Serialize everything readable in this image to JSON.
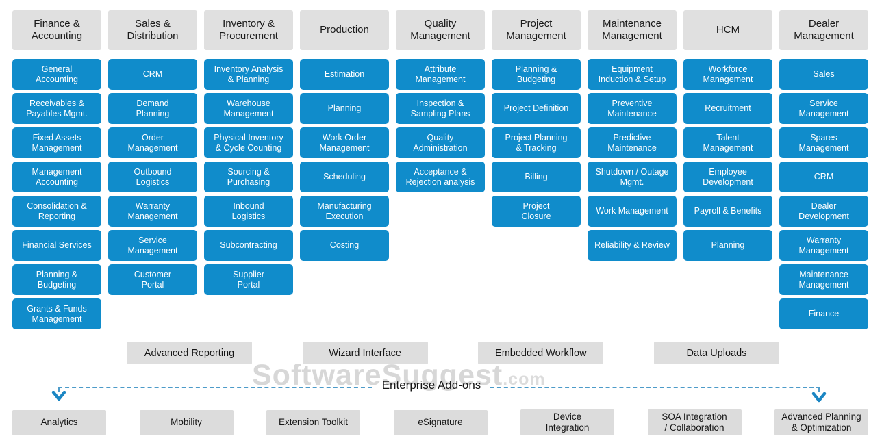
{
  "columns": [
    {
      "header": "Finance &\nAccounting",
      "items": [
        "General\nAccounting",
        "Receivables &\nPayables Mgmt.",
        "Fixed Assets\nManagement",
        "Management\nAccounting",
        "Consolidation &\nReporting",
        "Financial Services",
        "Planning &\nBudgeting",
        "Grants & Funds\nManagement"
      ]
    },
    {
      "header": "Sales &\nDistribution",
      "items": [
        "CRM",
        "Demand\nPlanning",
        "Order\nManagement",
        "Outbound\nLogistics",
        "Warranty\nManagement",
        "Service\nManagement",
        "Customer\nPortal"
      ]
    },
    {
      "header": "Inventory &\nProcurement",
      "items": [
        "Inventory Analysis\n& Planning",
        "Warehouse\nManagement",
        "Physical Inventory\n& Cycle Counting",
        "Sourcing &\nPurchasing",
        "Inbound\nLogistics",
        "Subcontracting",
        "Supplier\nPortal"
      ]
    },
    {
      "header": "Production",
      "items": [
        "Estimation",
        "Planning",
        "Work Order\nManagement",
        "Scheduling",
        "Manufacturing\nExecution",
        "Costing"
      ]
    },
    {
      "header": "Quality\nManagement",
      "items": [
        "Attribute\nManagement",
        "Inspection &\nSampling Plans",
        "Quality\nAdministration",
        "Acceptance &\nRejection analysis"
      ]
    },
    {
      "header": "Project\nManagement",
      "items": [
        "Planning &\nBudgeting",
        "Project Definition",
        "Project Planning\n& Tracking",
        "Billing",
        "Project\nClosure"
      ]
    },
    {
      "header": "Maintenance\nManagement",
      "items": [
        "Equipment\nInduction & Setup",
        "Preventive\nMaintenance",
        "Predictive\nMaintenance",
        "Shutdown / Outage\nMgmt.",
        "Work Management",
        "Reliability & Review"
      ]
    },
    {
      "header": "HCM",
      "items": [
        "Workforce\nManagement",
        "Recruitment",
        "Talent\nManagement",
        "Employee\nDevelopment",
        "Payroll & Benefits",
        "Planning"
      ]
    },
    {
      "header": "Dealer\nManagement",
      "items": [
        "Sales",
        "Service\nManagement",
        "Spares\nManagement",
        "CRM",
        "Dealer\nDevelopment",
        "Warranty\nManagement",
        "Maintenance\nManagement",
        "Finance"
      ]
    }
  ],
  "addon_row": [
    "Advanced Reporting",
    "Wizard Interface",
    "Embedded Workflow",
    "Data Uploads"
  ],
  "enterprise": {
    "label": "Enterprise Add-ons",
    "items": [
      "Analytics",
      "Mobility",
      "Extension Toolkit",
      "eSignature",
      "Device\nIntegration",
      "SOA Integration\n/ Collaboration",
      "Advanced Planning\n& Optimization"
    ]
  },
  "watermark": {
    "main": "SoftwareSuggest",
    "suffix": ".com"
  },
  "colors": {
    "module_blue": "#108ccb",
    "box_gray": "#e0e0e0",
    "bottom_gray": "#dcdcdc",
    "connector_blue": "#4d9bc9",
    "arrow_blue": "#1b86c3"
  }
}
